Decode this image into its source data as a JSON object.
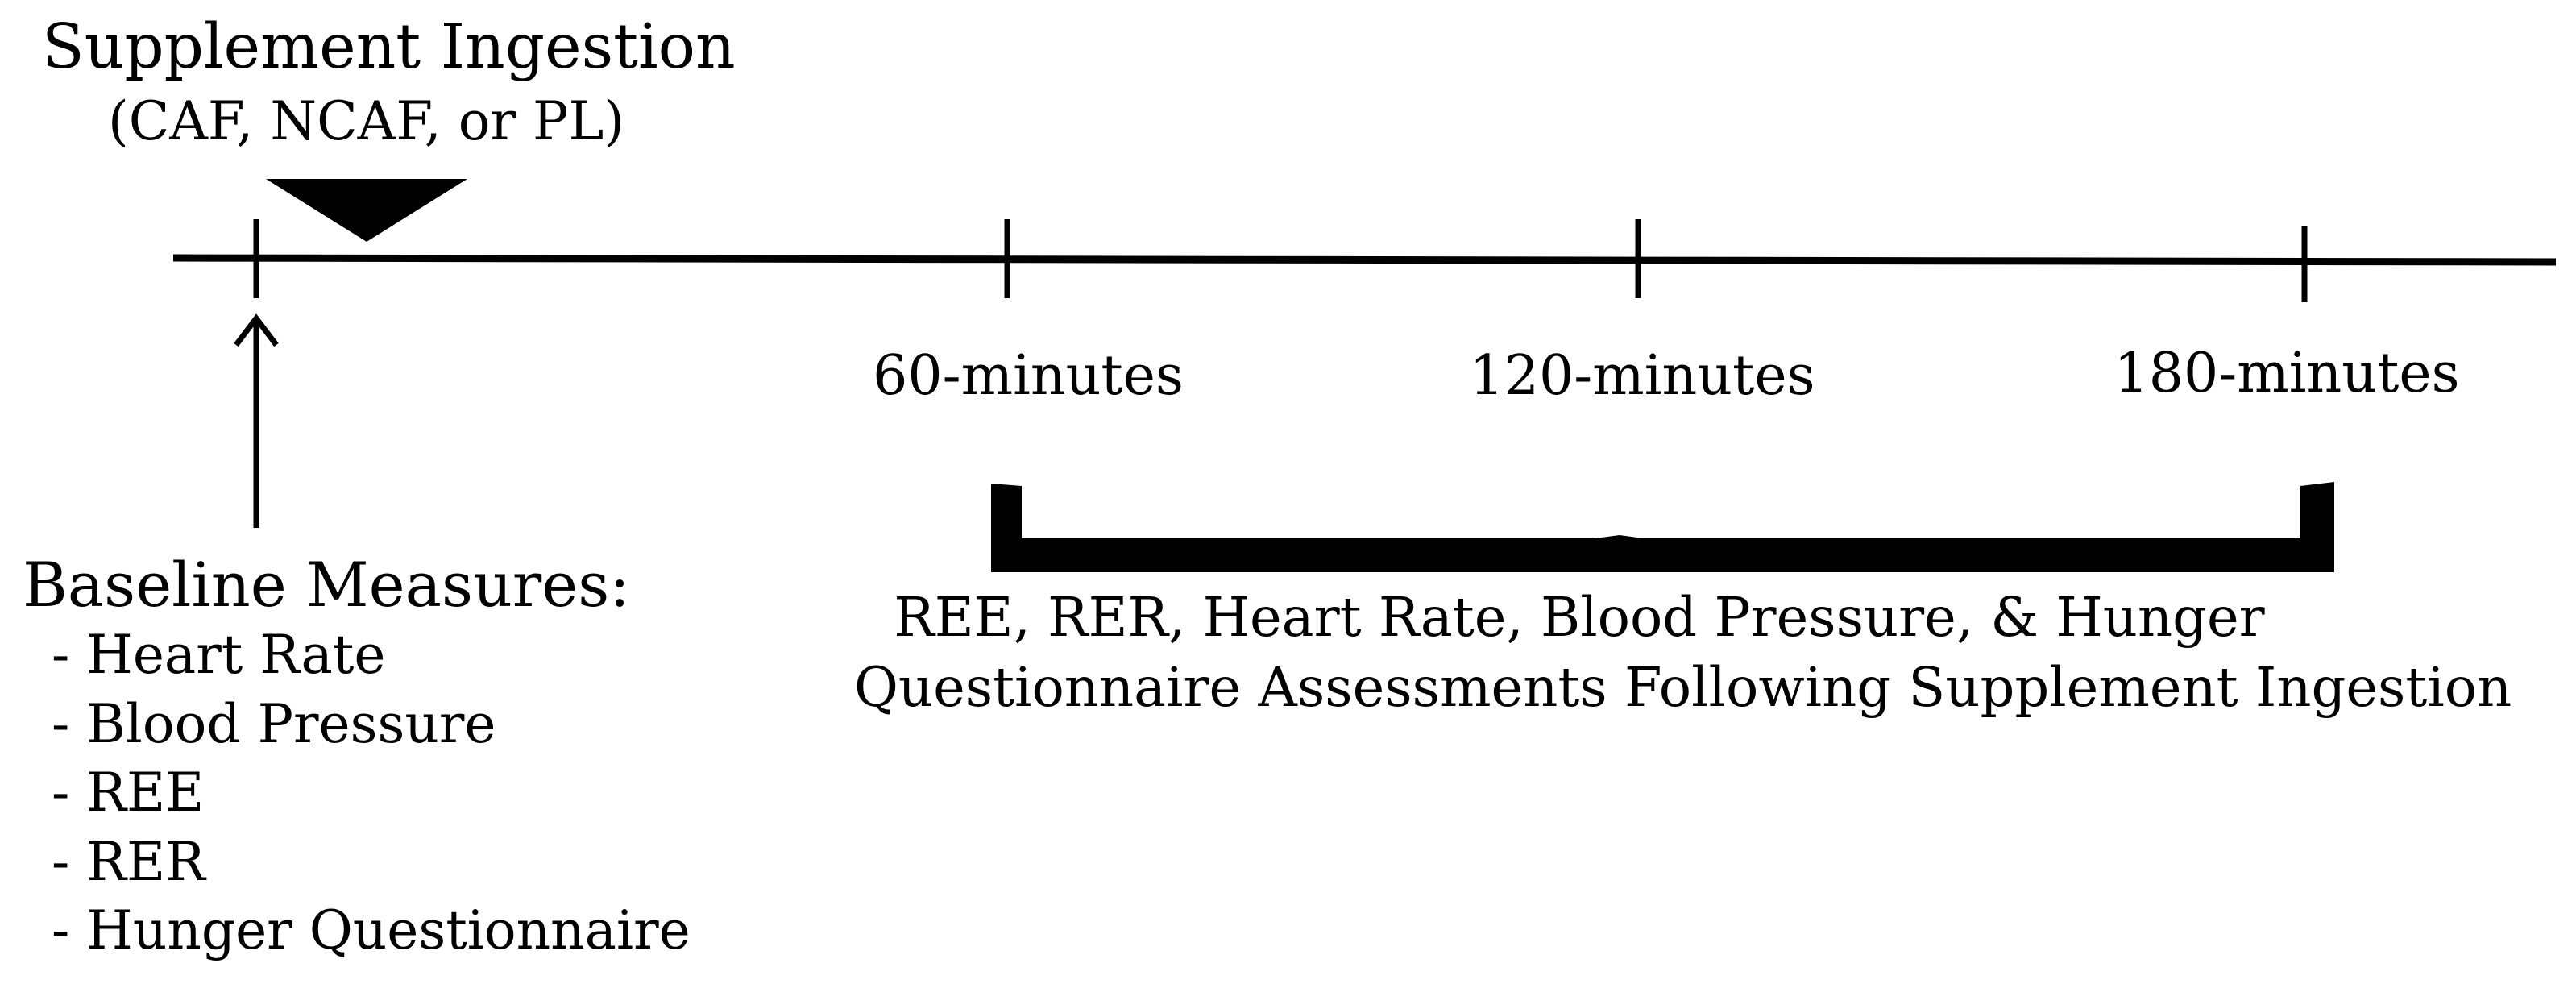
{
  "supplement": {
    "title": "Supplement Ingestion",
    "subtitle": "(CAF, NCAF, or PL)"
  },
  "timepoints": [
    {
      "label": "60-minutes"
    },
    {
      "label": "120-minutes"
    },
    {
      "label": "180-minutes"
    }
  ],
  "baseline": {
    "title": "Baseline Measures:",
    "items": [
      "- Heart Rate",
      "- Blood Pressure",
      "- REE",
      "- RER",
      "- Hunger Questionnaire"
    ]
  },
  "post_ingestion": {
    "line1": "REE, RER, Heart Rate, Blood Pressure, & Hunger",
    "line2": "Questionnaire Assessments Following Supplement Ingestion"
  },
  "colors": {
    "ink": "#000000",
    "background": "#ffffff"
  }
}
